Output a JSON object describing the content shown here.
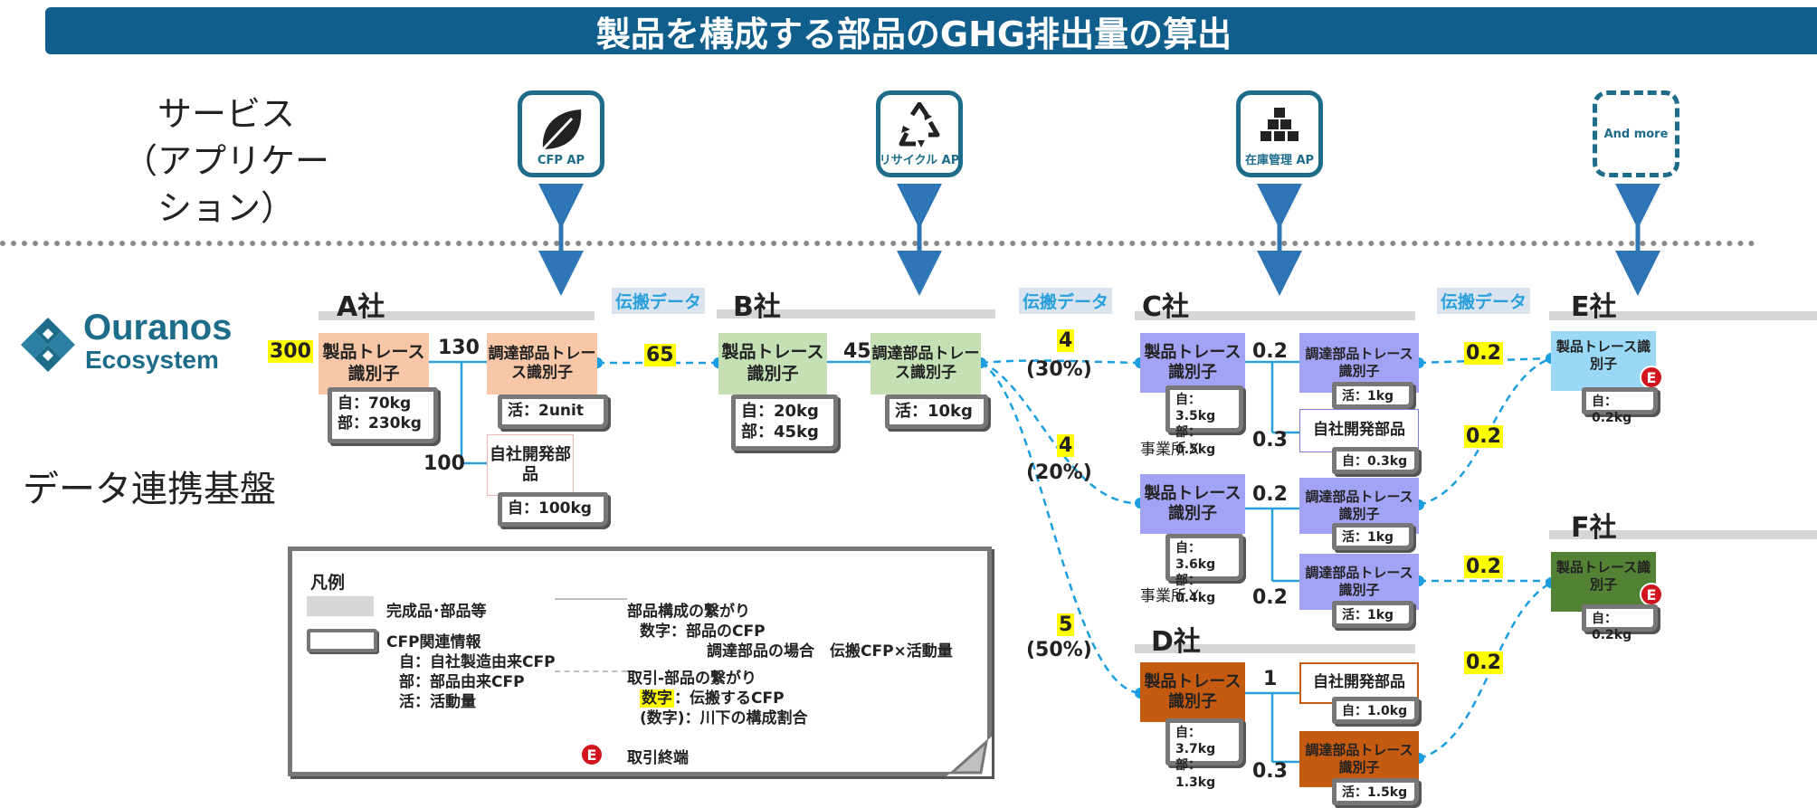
{
  "banner": {
    "title": "製品を構成する部品のGHG排出量の算出"
  },
  "labels": {
    "service_line1": "サービス",
    "service_line2": "（アプリケーション）",
    "data_platform": "データ連携基盤"
  },
  "logo": {
    "line1": "Ouranos",
    "line2": "Ecosystem"
  },
  "apps": [
    {
      "caption": "CFP AP",
      "icon": "leaf-icon"
    },
    {
      "caption": "リサイクル AP",
      "icon": "recycle-icon"
    },
    {
      "caption": "在庫管理 AP",
      "icon": "boxes-icon"
    },
    {
      "caption": "And more",
      "icon": "dashed-frame"
    }
  ],
  "propagation_label": "伝搬データ",
  "companies": {
    "a": "A社",
    "b": "B社",
    "c": "C社",
    "d": "D社",
    "e": "E社",
    "f": "F社"
  },
  "a": {
    "product": "製品トレース識別子",
    "procured": "調達部品トレース識別子",
    "own_part": "自社開発部品",
    "product_cfp": [
      "自：70kg",
      "部：230kg"
    ],
    "procured_cfp": "活：2unit",
    "own_cfp": "自：100kg",
    "n300": "300",
    "n130": "130",
    "n100": "100"
  },
  "b": {
    "product": "製品トレース識別子",
    "procured": "調達部品トレース識別子",
    "product_cfp": [
      "自：20kg",
      "部：45kg"
    ],
    "procured_cfp": "活：10kg",
    "n65": "65",
    "n45": "45"
  },
  "c": {
    "product": "製品トレース識別子",
    "procured": "調達部品トレース識別子",
    "own_part": "自社開発部品",
    "x_cfp": [
      "自：3.5kg",
      "部：0.5kg"
    ],
    "y_cfp": [
      "自：3.6kg",
      "部：0.4kg"
    ],
    "x_proc_cfp": "活：1kg",
    "x_own_cfp": "自：0.3kg",
    "y_proc1_cfp": "活：1kg",
    "y_proc2_cfp": "活：1kg",
    "site_x": "事業所Ｘ",
    "site_y": "事業所Ｙ",
    "x_n1": "0.2",
    "x_n2": "0.3",
    "y_n1": "0.2",
    "y_n2": "0.2"
  },
  "d": {
    "product": "製品トレース識別子",
    "own_part": "自社開発部品",
    "procured": "調達部品トレース識別子",
    "product_cfp": [
      "自：3.7kg",
      "部：1.3kg"
    ],
    "own_cfp": "自：1.0kg",
    "proc_cfp": "活：1.5kg",
    "n1": "1",
    "n2": "0.3"
  },
  "e": {
    "product": "製品トレース識別子",
    "cfp": "自：0.2kg"
  },
  "f": {
    "product": "製品トレース識別子",
    "cfp": "自：0.2kg"
  },
  "flows": {
    "b_to_cx": "4",
    "b_to_cx_ratio": "(30%)",
    "b_to_cy": "4",
    "b_to_cy_ratio": "(20%)",
    "b_to_d": "5",
    "b_to_d_ratio": "(50%)",
    "e1": "0.2",
    "e2": "0.2",
    "f1": "0.2",
    "f2": "0.2"
  },
  "legend": {
    "title": "凡例",
    "finished": "完成品･部品等",
    "cfp_info": "CFP関連情報",
    "own": "自：自社製造由来CFP",
    "part": "部：部品由来CFP",
    "act": "活：活動量",
    "bom_link": "部品構成の繋がり",
    "bom_num": "数字：部品のCFP",
    "bom_num2": "調達部品の場合　伝搬CFP×活動量",
    "trade_link": "取引-部品の繋がり",
    "trade_num_hl": "数字",
    "trade_num": "：伝搬するCFP",
    "trade_ratio": "(数字)：川下の構成割合",
    "terminal": "取引終端",
    "e_letter": "E"
  },
  "colors": {
    "banner": "#0f5e8c",
    "a": "#f7c7a7",
    "b": "#c5e0b4",
    "c": "#a3a3f6",
    "d": "#c55a11",
    "e": "#9ad8f6",
    "f": "#548235",
    "link": "#1a9ee0",
    "arrow": "#2e75b6"
  }
}
